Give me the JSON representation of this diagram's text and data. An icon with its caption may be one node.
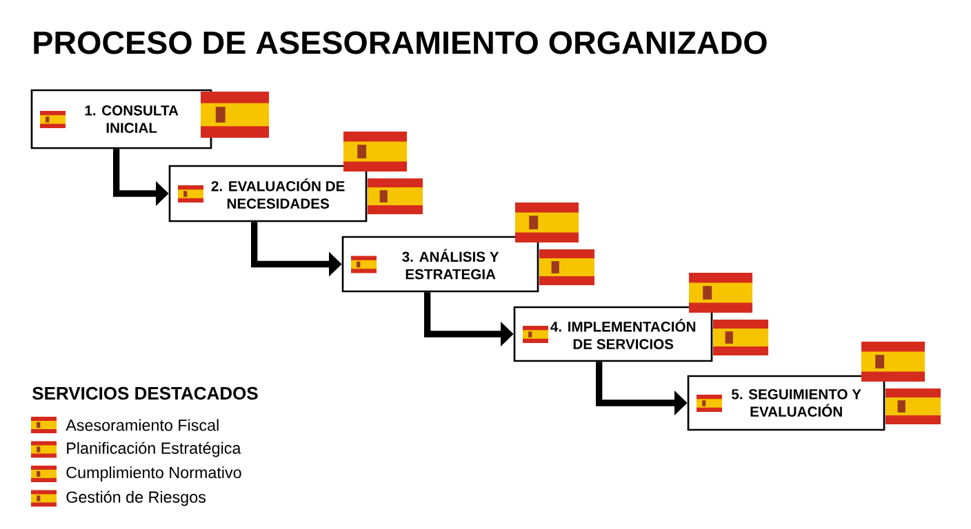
{
  "diagram": {
    "title": "PROCESO DE ASESORAMIENTO ORGANIZADO",
    "nodes": [
      {
        "text": [
          "1. CONSULTA INICIAL"
        ]
      },
      {
        "text": [
          "2. EVALUACIÓN DE NECESIDADES"
        ]
      },
      {
        "text": [
          "3. ANÁLISIS Y ESTRATEGIA"
        ]
      },
      {
        "text": [
          "4. IMPLEMENTACIÓN DE SERVICIOS"
        ]
      },
      {
        "text": [
          "5. SEGUIMIENTO Y EVALUACIÓN"
        ]
      }
    ],
    "edges": [
      {
        "from": 0,
        "to": 1,
        "arrow": "to"
      },
      {
        "from": 1,
        "to": 2,
        "arrow": "to"
      },
      {
        "from": 2,
        "to": 3,
        "arrow": "to"
      },
      {
        "from": 3,
        "to": 4,
        "arrow": "to"
      }
    ],
    "labels": [
      "SERVICIOS DESTACADOS",
      "Asesoramiento Fiscal",
      "Planificación Estratégica",
      "Cumplimiento Normativo",
      "Gestión de Riesgos"
    ]
  }
}
